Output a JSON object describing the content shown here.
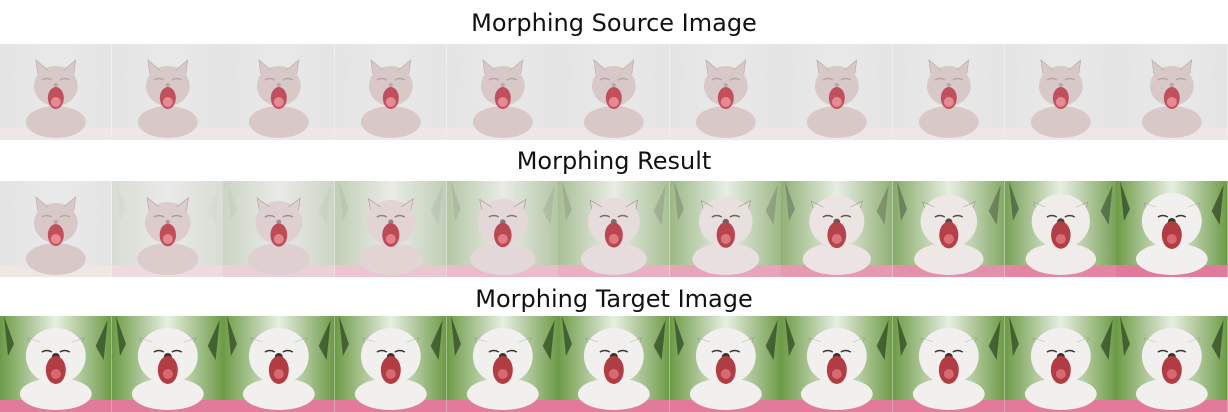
{
  "rows": [
    {
      "title": "Morphing Source Image",
      "frame_count": 11,
      "subject": "kitten",
      "morph": [
        0,
        0,
        0,
        0,
        0,
        0,
        0,
        0,
        0,
        0,
        0
      ]
    },
    {
      "title": "Morphing Result",
      "frame_count": 11,
      "subject": "kitten-to-puppy",
      "morph": [
        0,
        0.1,
        0.2,
        0.3,
        0.4,
        0.5,
        0.6,
        0.7,
        0.8,
        0.9,
        1
      ]
    },
    {
      "title": "Morphing Target Image",
      "frame_count": 11,
      "subject": "puppy",
      "morph": [
        1,
        1,
        1,
        1,
        1,
        1,
        1,
        1,
        1,
        1,
        1
      ]
    }
  ],
  "colors": {
    "kitten_bg": "#e4e4e4",
    "kitten_fur": "#d9c8c8",
    "kitten_mouth": "#c0505c",
    "puppy_bg_green": "#6c9a46",
    "puppy_bg_light": "#e8efe2",
    "puppy_fur": "#f2f0ee",
    "puppy_mouth": "#b23c44",
    "pink_cushion": "#e27a9c"
  }
}
